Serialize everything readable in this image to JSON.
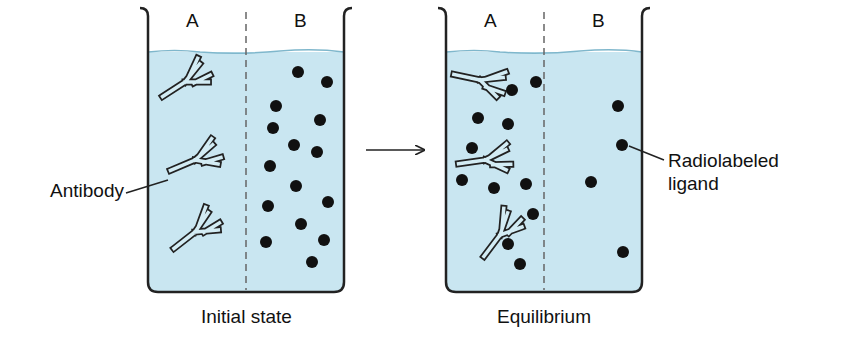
{
  "diagram": {
    "nodes": [
      {
        "text": [
          "A",
          "B",
          "Initial state"
        ]
      },
      {
        "text": [
          "A",
          "B",
          "Equilibrium"
        ]
      }
    ],
    "edges": [
      {
        "from": 0,
        "to": 1,
        "arrow": "to"
      }
    ],
    "labels": [
      "Antibody",
      "Radiolabeled ligand"
    ]
  }
}
